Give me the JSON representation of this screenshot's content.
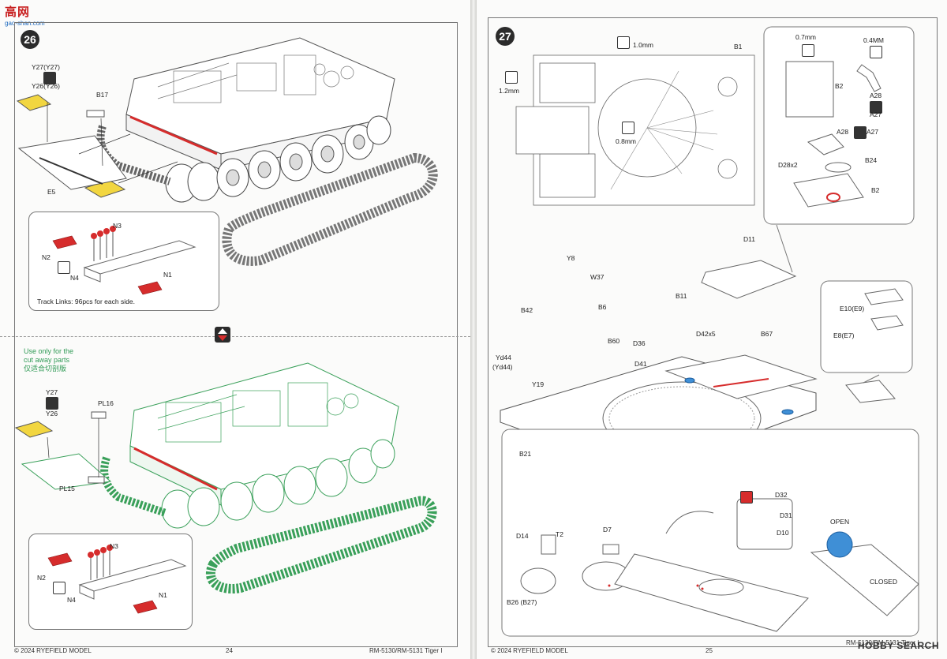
{
  "watermark": {
    "site": "高网",
    "url": "gao-shan.com"
  },
  "left_page": {
    "step": "26",
    "top": {
      "labels": {
        "y27": "Y27(Y27)",
        "y26": "Y26(Y26)",
        "b17": "B17",
        "e5": "E5"
      },
      "inset": {
        "n3": "N3",
        "n2": "N2",
        "n4": "N4",
        "n1": "N1",
        "note": "Track Links: 96pcs for each side."
      }
    },
    "bottom": {
      "note_en_1": "Use only for the",
      "note_en_2": "cut away parts",
      "note_cn": "仅适合切剖版",
      "labels": {
        "y27": "Y27",
        "y26": "Y26",
        "pl16": "PL16",
        "pl15": "PL15"
      },
      "inset": {
        "n3": "N3",
        "n2": "N2",
        "n4": "N4",
        "n1": "N1"
      }
    },
    "footer_left": "© 2024 RYEFIELD MODEL",
    "page_number": "24",
    "footer_right": "RM-5130/RM-5131 Tiger I"
  },
  "right_page": {
    "step": "27",
    "labels": {
      "m1": "1.0mm",
      "b1": "B1",
      "m2": "1.2mm",
      "m3": "0.8mm",
      "m4": "0.7mm",
      "m5": "0.4MM",
      "b2a": "B2",
      "a28": "A28",
      "a27": "A27",
      "a28b": "A28",
      "a27b": "A27",
      "d28": "D28x2",
      "b24": "B24",
      "b2b": "B2",
      "d11": "D11",
      "y8": "Y8",
      "w37": "W37",
      "b42": "B42",
      "b6": "B6",
      "b11": "B11",
      "d36": "D36",
      "d42": "D42x5",
      "b67": "B67",
      "b60": "B60",
      "yd44": "Yd44",
      "yd44b": "(Yd44)",
      "d41": "D41",
      "y19": "Y19",
      "e10": "E10(E9)",
      "e8": "E8(E7)",
      "b21": "B21",
      "d32": "D32",
      "d31": "D31",
      "d10": "D10",
      "d14": "D14",
      "t2": "T2",
      "d7": "D7",
      "b26": "B26 (B27)",
      "open": "OPEN",
      "closed": "CLOSED"
    },
    "footer_left": "© 2024 RYEFIELD MODEL",
    "page_number": "25",
    "footer_right": "RM-5130/RM-5131 Tiger I",
    "brand": "HOBBY SEARCH"
  },
  "colors": {
    "accent_red": "#d62c2c",
    "yellow": "#f2d640",
    "green": "#3aa05a",
    "blue": "#3f8fd6"
  },
  "icons": [
    "flip-arrows-icon",
    "glue-icon",
    "drill-icon",
    "remove-icon"
  ]
}
